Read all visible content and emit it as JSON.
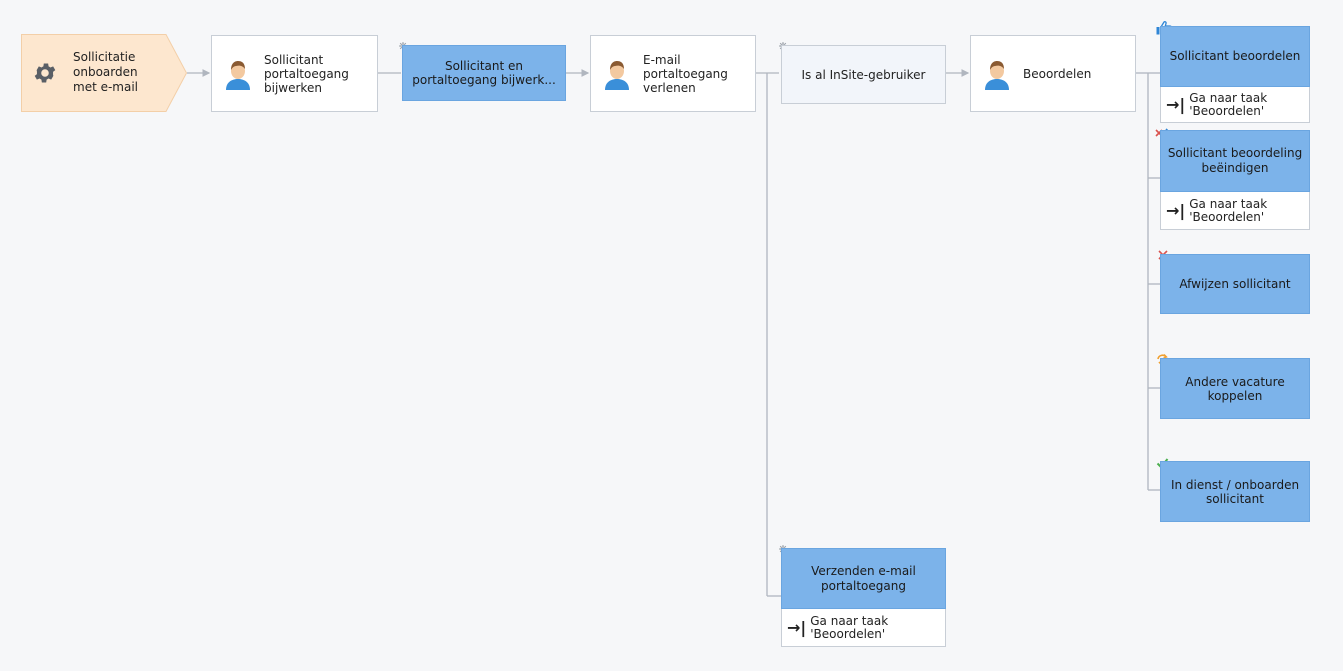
{
  "workflow": {
    "start": {
      "lines": [
        "Sollicitatie",
        "onboarden",
        "met e-mail"
      ],
      "icon": "gear-icon"
    },
    "steps": [
      {
        "id": "step1",
        "type": "user-task",
        "lines": [
          "Sollicitant",
          "portaltoegang",
          "bijwerken"
        ],
        "icon": "user-avatar-icon"
      },
      {
        "id": "step2",
        "type": "automated-task",
        "lines": [
          "Sollicitant en",
          "portaltoegang bijwerk..."
        ],
        "icon": "gear-icon"
      },
      {
        "id": "step3",
        "type": "user-task",
        "lines": [
          "E-mail",
          "portaltoegang",
          "verlenen"
        ],
        "icon": "user-avatar-icon"
      },
      {
        "id": "step4",
        "type": "condition",
        "lines": [
          "Is al InSite-gebruiker"
        ],
        "icon": "gear-icon"
      },
      {
        "id": "step5",
        "type": "user-task",
        "lines": [
          "Beoordelen"
        ],
        "icon": "user-avatar-icon"
      }
    ],
    "outcomes": [
      {
        "id": "o1",
        "lines": [
          "Sollicitant beoordelen"
        ],
        "icon": "thumbs-up-icon",
        "icon_color": "#2f86d6",
        "goto": [
          "Ga naar taak",
          "'Beoordelen'"
        ]
      },
      {
        "id": "o2",
        "lines": [
          "Sollicitant beoordeling",
          "beëindigen"
        ],
        "icon": "cross-arrow-icon",
        "icon_color": "#d9534f",
        "goto": [
          "Ga naar taak",
          "'Beoordelen'"
        ]
      },
      {
        "id": "o3",
        "lines": [
          "Afwijzen sollicitant"
        ],
        "icon": "cross-icon",
        "icon_color": "#d9534f"
      },
      {
        "id": "o4",
        "lines": [
          "Andere vacature",
          "koppelen"
        ],
        "icon": "swap-icon",
        "icon_color": "#f0a030"
      },
      {
        "id": "o5",
        "lines": [
          "In dienst / onboarden",
          "sollicitant"
        ],
        "icon": "checkmark-icon",
        "icon_color": "#4caf50"
      }
    ],
    "branch": {
      "lines": [
        "Verzenden e-mail",
        "portaltoegang"
      ],
      "icon": "gear-icon",
      "goto": [
        "Ga naar taak",
        "'Beoordelen'"
      ]
    },
    "goto_icon": "→|",
    "colors": {
      "start_fill": "#fde7cf",
      "start_border": "#f3cfa8",
      "task_blue": "#7cb3ea",
      "connector": "#b0b6bf"
    }
  }
}
